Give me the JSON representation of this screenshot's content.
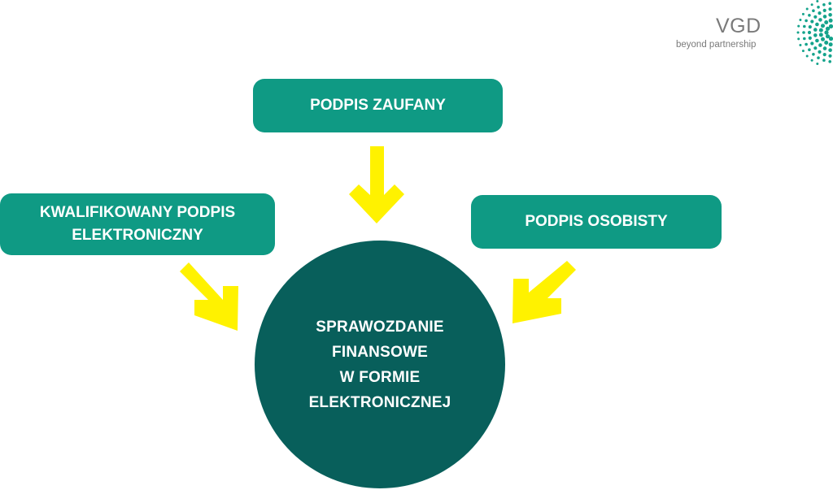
{
  "logo": {
    "name": "VGD",
    "tagline": "beyond partnership"
  },
  "nodes": {
    "top": "PODPIS ZAUFANY",
    "left_line1": "KWALIFIKOWANY PODPIS",
    "left_line2": "ELEKTRONICZNY",
    "right": "PODPIS OSOBISTY",
    "center": [
      "SPRAWOZDANIE",
      "FINANSOWE",
      "W FORMIE",
      "ELEKTRONICZNEJ"
    ]
  },
  "colors": {
    "box": "#0f9a84",
    "circle": "#085f5b",
    "arrow": "#fff200",
    "logo_dots": "#14a38b"
  }
}
